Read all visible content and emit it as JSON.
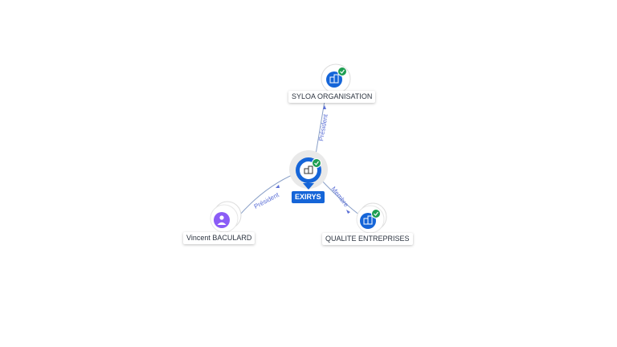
{
  "colors": {
    "company": "#1565d8",
    "person": "#8b5cf6",
    "verified": "#1e9e52",
    "edge": "#8aa0c8",
    "edge_label": "#5b6fd6"
  },
  "center_node": {
    "label": "EXIRYS",
    "icon": "building-icon",
    "verified_icon": "check-badge-icon"
  },
  "nodes": [
    {
      "id": "syloa",
      "label": "SYLOA ORGANISATION",
      "type": "company",
      "icon": "building-icon",
      "verified": true
    },
    {
      "id": "qualite",
      "label": "QUALITE ENTREPRISES",
      "type": "company",
      "icon": "building-icon",
      "verified": true
    },
    {
      "id": "vincent",
      "label": "Vincent BACULARD",
      "type": "person",
      "icon": "person-icon",
      "verified": false
    }
  ],
  "edges": [
    {
      "from": "exirys",
      "to": "syloa",
      "label": "Président"
    },
    {
      "from": "exirys",
      "to": "qualite",
      "label": "Membre"
    },
    {
      "from": "vincent",
      "to": "exirys",
      "label": "Président"
    }
  ]
}
